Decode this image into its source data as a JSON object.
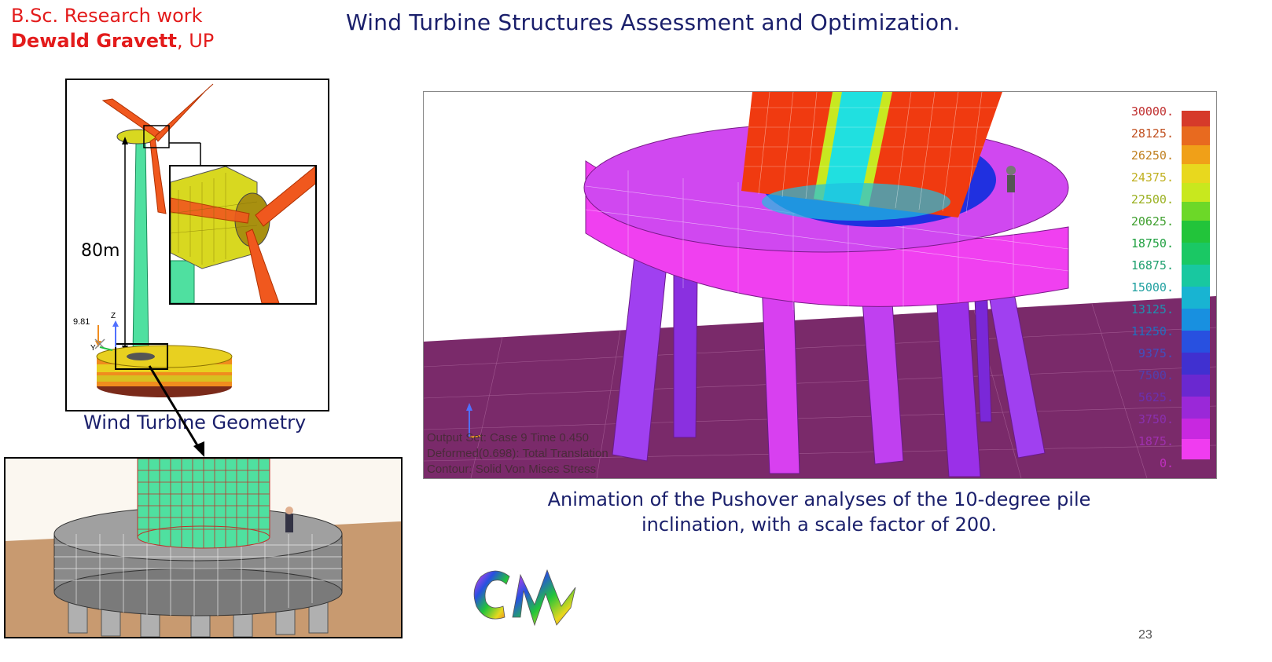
{
  "header": {
    "line1": "B.Sc. Research work",
    "line2_name": "Dewald Gravett",
    "line2_suffix": ", UP"
  },
  "title": "Wind Turbine Structures Assessment and Optimization.",
  "left_panel": {
    "height_label": "80m",
    "gravity_value": "9.81",
    "axis_z": "Z",
    "axis_y": "Y",
    "caption": "Wind Turbine Geometry"
  },
  "right_panel": {
    "legend": [
      "30000.",
      "28125.",
      "26250.",
      "24375.",
      "22500.",
      "20625.",
      "18750.",
      "16875.",
      "15000.",
      "13125.",
      "11250.",
      "9375.",
      "7500.",
      "5625.",
      "3750.",
      "1875.",
      "0."
    ],
    "legend_colors": [
      "#d63a2a",
      "#e86a1f",
      "#f0a018",
      "#e8d81e",
      "#c8e81e",
      "#6cd828",
      "#22c43a",
      "#1ac864",
      "#18c8a0",
      "#18b4d2",
      "#1890e0",
      "#2850e0",
      "#4030d0",
      "#6a28d0",
      "#9a28d8",
      "#c828e0",
      "#f03cf0"
    ],
    "overlay": {
      "line1": "Output Set: Case    9 Time   0.450",
      "line2": "Deformed(0.698): Total Translation",
      "line3": "Contour: Solid Von Mises Stress"
    },
    "caption_line1": "Animation of the Pushover analyses of the 10-degree pile",
    "caption_line2": "inclination, with a scale factor of 200."
  },
  "page_number": "23",
  "colors": {
    "title": "#1a1f6b",
    "header": "#e31b1b",
    "mesh_green": "#4fe0a0",
    "blade_orange": "#f0581e",
    "foundation_magenta": "#e040f0",
    "ground_purple": "#7a2a6a"
  }
}
